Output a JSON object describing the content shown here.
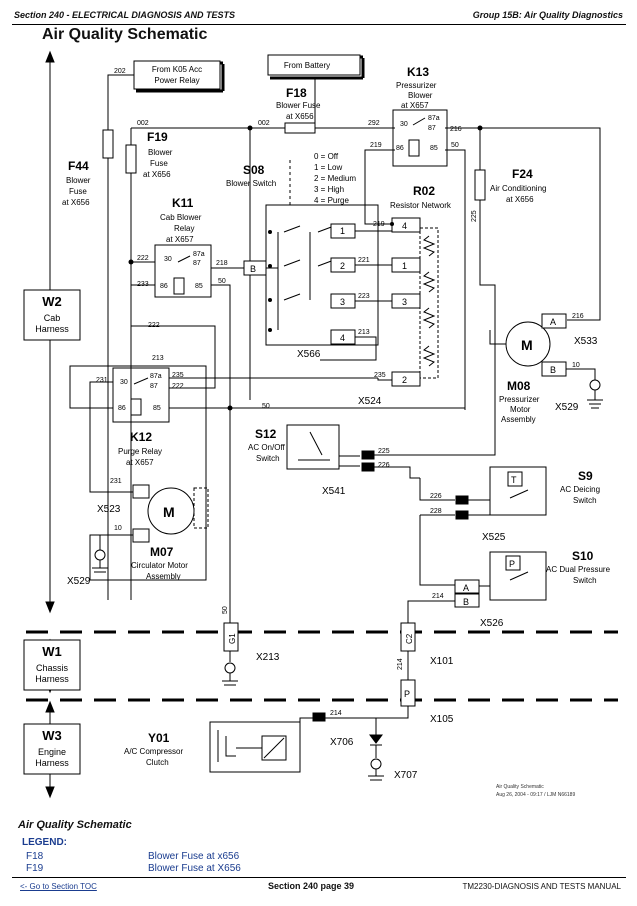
{
  "header": {
    "left": "Section 240 - ELECTRICAL DIAGNOSIS AND TESTS",
    "right": "Group 15B: Air Quality Diagnostics"
  },
  "title": "Air Quality Schematic",
  "harness": {
    "w2": {
      "id": "W2",
      "name": "Cab",
      "sub": "Harness"
    },
    "w1": {
      "id": "W1",
      "name": "Chassis",
      "sub": "Harness"
    },
    "w3": {
      "id": "W3",
      "name": "Engine",
      "sub": "Harness"
    }
  },
  "boxes": {
    "k05": [
      "From K05 Acc",
      "Power Relay"
    ],
    "battery": "From Battery"
  },
  "components": {
    "f18": {
      "id": "F18",
      "l1": "Blower Fuse",
      "l2": "at X656"
    },
    "f19": {
      "id": "F19",
      "l1": "Blower",
      "l2": "Fuse",
      "l3": "at X656"
    },
    "f44": {
      "id": "F44",
      "l1": "Blower",
      "l2": "Fuse",
      "l3": "at X656"
    },
    "f24": {
      "id": "F24",
      "l1": "Air Conditioning",
      "l2": "at X656"
    },
    "k13": {
      "id": "K13",
      "l1": "Pressurizer",
      "l2": "Blower",
      "l3": "at X657"
    },
    "k11": {
      "id": "K11",
      "l1": "Cab Blower",
      "l2": "Relay",
      "l3": "at X657"
    },
    "k12": {
      "id": "K12",
      "l1": "Purge Relay",
      "l2": "at X657"
    },
    "s08": {
      "id": "S08",
      "l1": "Blower Switch",
      "positions": [
        "0 = Off",
        "1 = Low",
        "2 = Medium",
        "3 = High",
        "4 = Purge"
      ]
    },
    "r02": {
      "id": "R02",
      "l1": "Resistor Network"
    },
    "m08": {
      "id": "M08",
      "l1": "Pressurizer",
      "l2": "Motor",
      "l3": "Assembly"
    },
    "m07": {
      "id": "M07",
      "l1": "Circulator Motor",
      "l2": "Assembly"
    },
    "s12": {
      "id": "S12",
      "l1": "AC On/Off",
      "l2": "Switch"
    },
    "s9": {
      "id": "S9",
      "l1": "AC Deicing",
      "l2": "Switch"
    },
    "s10": {
      "id": "S10",
      "l1": "AC Dual Pressure",
      "l2": "Switch"
    },
    "y01": {
      "id": "Y01",
      "l1": "A/C Compressor",
      "l2": "Clutch"
    }
  },
  "connectors": [
    "X566",
    "X524",
    "X533",
    "X529",
    "X523",
    "X529",
    "X541",
    "X525",
    "X526",
    "X213",
    "X101",
    "X105",
    "X706",
    "X707"
  ],
  "wires": [
    "202",
    "002",
    "002",
    "292",
    "216",
    "219",
    "50",
    "225",
    "222",
    "233",
    "50",
    "218",
    "219",
    "221",
    "223",
    "213",
    "235",
    "222",
    "213",
    "231",
    "235",
    "222",
    "50",
    "216",
    "10",
    "225",
    "226",
    "226",
    "228",
    "231",
    "10",
    "214",
    "214",
    "214",
    "50"
  ],
  "pins": [
    "30",
    "87a",
    "87",
    "86",
    "85",
    "1",
    "2",
    "3",
    "4",
    "1",
    "2",
    "3",
    "4",
    "A",
    "B",
    "G1",
    "C2",
    "P",
    "A",
    "B",
    "M",
    "M",
    "T",
    "P",
    "B"
  ],
  "stamp": [
    "Air Quality Schematic",
    "Aug 26, 2004 - 09:17 / LJM  N66189"
  ],
  "footer": {
    "section_title": "Air Quality Schematic",
    "legend_label": "LEGEND:",
    "legend": [
      {
        "code": "F18",
        "desc": "Blower Fuse at x656"
      },
      {
        "code": "F19",
        "desc": "Blower Fuse at X656"
      }
    ],
    "toc": "<- Go to Section TOC",
    "page": "Section 240 page 39",
    "manual": "TM2230-DIAGNOSIS AND TESTS MANUAL"
  }
}
